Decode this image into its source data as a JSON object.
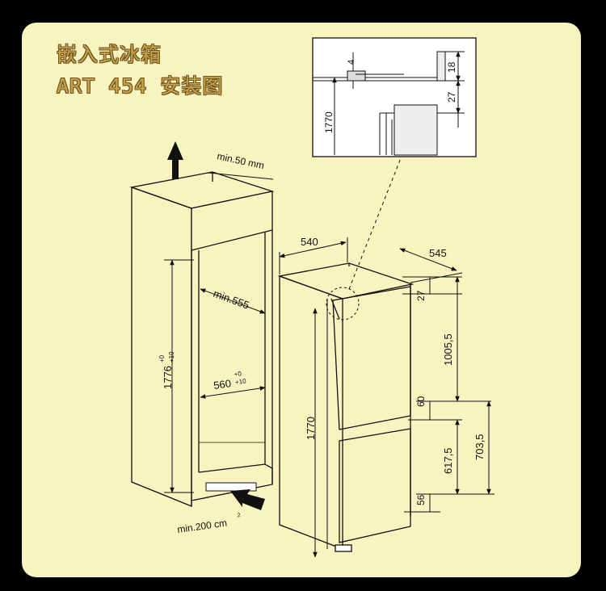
{
  "title": {
    "line1": "嵌入式冰箱",
    "line2": "ART 454 安装图"
  },
  "niche": {
    "top_gap": "min.50 mm",
    "height": "1776",
    "height_tol_top": "+0",
    "height_tol_bottom": "+10",
    "depth": "min.555",
    "width": "560",
    "width_tol_top": "+0",
    "width_tol_bottom": "+10",
    "vent": "min.200 cm",
    "vent_sup": "2"
  },
  "appliance": {
    "width": "540",
    "depth": "545",
    "total_height": "1770",
    "top_gap": "27",
    "upper_door": "1005,5",
    "door_gap": "60",
    "lower_door": "617,5",
    "lower_total": "703,5",
    "bottom_gap": "56"
  },
  "detail": {
    "thickness": "4",
    "height": "1770",
    "top": "18",
    "gap": "27"
  },
  "colors": {
    "background": "#f7f4c0",
    "outer": "#000000",
    "title": "#c9a14a"
  }
}
